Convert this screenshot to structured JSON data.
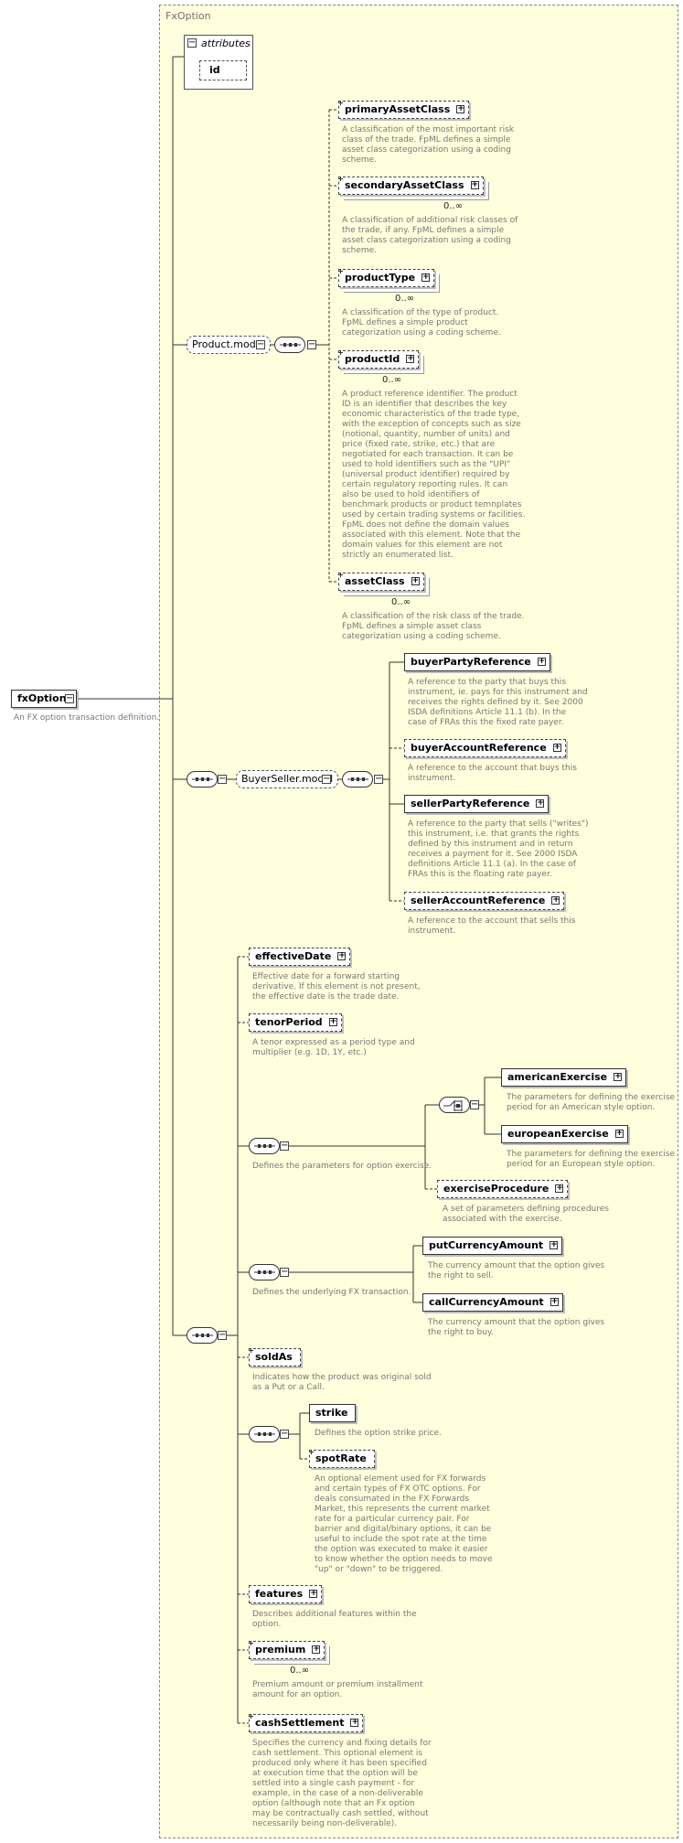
{
  "type_name": "FxOption",
  "attributes": {
    "label": "attributes",
    "id": "id"
  },
  "root": {
    "name": "fxOption",
    "doc": "An FX option transaction definition."
  },
  "product_model": {
    "label": "Product.model",
    "primaryAssetClass": {
      "name": "primaryAssetClass",
      "doc": [
        "A classification of the most important risk",
        "class of the trade. FpML defines a simple",
        "asset class categorization using a coding",
        "scheme."
      ]
    },
    "secondaryAssetClass": {
      "name": "secondaryAssetClass",
      "card": "0..∞",
      "doc": [
        "A classification of additional risk classes of",
        "the trade, if any. FpML defines a simple",
        "asset class categorization using a coding",
        "scheme."
      ]
    },
    "productType": {
      "name": "productType",
      "card": "0..∞",
      "doc": [
        "A classification of the type of product.",
        "FpML defines a simple product",
        "categorization using a coding scheme."
      ]
    },
    "productId": {
      "name": "productId",
      "card": "0..∞",
      "doc": [
        "A product reference identifier. The product",
        "ID is an identifier that describes the key",
        "economic characteristics of the trade type,",
        "with the exception of concepts such as size",
        "(notional, quantity, number of units) and",
        "price (fixed rate, strike, etc.) that are",
        "negotiated for each transaction. It can be",
        "used to hold identifiers such as the \"UPI\"",
        "(universal product identifier) required by",
        "certain regulatory reporting rules. It can",
        "also be used to hold identifiers of",
        "benchmark products or product temnplates",
        "used by certain trading systems or facilities.",
        "FpML does not define the domain values",
        "associated with this element. Note that the",
        "domain values for this element are not",
        "strictly an enumerated list."
      ]
    },
    "assetClass": {
      "name": "assetClass",
      "card": "0..∞",
      "doc": [
        "A classification of the risk class of the trade.",
        "FpML defines a simple asset class",
        "categorization using a coding scheme."
      ]
    }
  },
  "buyer_seller_model": {
    "label": "BuyerSeller.model",
    "buyerPartyReference": {
      "name": "buyerPartyReference",
      "doc": [
        "A reference to the party that buys this",
        "instrument, ie. pays for this instrument and",
        "receives the rights defined by it. See 2000",
        "ISDA definitions Article 11.1 (b). In the",
        "case of FRAs this the fixed rate payer."
      ]
    },
    "buyerAccountReference": {
      "name": "buyerAccountReference",
      "doc": [
        "A reference to the account that buys this",
        "instrument."
      ]
    },
    "sellerPartyReference": {
      "name": "sellerPartyReference",
      "doc": [
        "A reference to the party that sells (\"writes\")",
        "this instrument, i.e. that grants the rights",
        "defined by this instrument and in return",
        "receives a payment for it. See 2000 ISDA",
        "definitions Article 11.1 (a). In the case of",
        "FRAs this is the floating rate payer."
      ]
    },
    "sellerAccountReference": {
      "name": "sellerAccountReference",
      "doc": [
        "A reference to the account that sells this",
        "instrument."
      ]
    }
  },
  "main": {
    "effectiveDate": {
      "name": "effectiveDate",
      "doc": [
        "Effective date for a forward starting",
        "derivative. If this element is not present,",
        "the effective date is the trade date."
      ]
    },
    "tenorPeriod": {
      "name": "tenorPeriod",
      "doc": [
        "A tenor expressed as a period type and",
        "multiplier (e.g. 1D, 1Y, etc.)"
      ]
    },
    "exercise_group_doc": "Defines the parameters for option exercise.",
    "americanExercise": {
      "name": "americanExercise",
      "doc": [
        "The parameters for defining the exercise",
        "period for an American style option."
      ]
    },
    "europeanExercise": {
      "name": "europeanExercise",
      "doc": [
        "The parameters for defining the exercise",
        "period for an European style option."
      ]
    },
    "exerciseProcedure": {
      "name": "exerciseProcedure",
      "doc": [
        "A set of parameters defining procedures",
        "associated with the exercise."
      ]
    },
    "fx_group_doc": "Defines the underlying FX transaction.",
    "putCurrencyAmount": {
      "name": "putCurrencyAmount",
      "doc": [
        "The currency amount that the option gives",
        "the right to sell."
      ]
    },
    "callCurrencyAmount": {
      "name": "callCurrencyAmount",
      "doc": [
        "The currency amount that the option gives",
        "the right to buy."
      ]
    },
    "soldAs": {
      "name": "soldAs",
      "doc": [
        "Indicates how the product was original sold",
        "as a Put or a Call."
      ]
    },
    "strike": {
      "name": "strike",
      "doc": [
        "Defines the option strike price."
      ]
    },
    "spotRate": {
      "name": "spotRate",
      "doc": [
        "An optional element used for FX forwards",
        "and certain types of FX OTC options. For",
        "deals consumated in the FX Forwards",
        "Market, this represents the current market",
        "rate for a particular currency pair. For",
        "barrier and digital/binary options, it can be",
        "useful to include the spot rate at the time",
        "the option was executed to make it easier",
        "to know whether the option needs to move",
        "\"up\" or \"down\" to be triggered."
      ]
    },
    "features": {
      "name": "features",
      "doc": [
        "Describes additional features within the",
        "option."
      ]
    },
    "premium": {
      "name": "premium",
      "card": "0..∞",
      "doc": [
        "Premium amount or premium installment",
        "amount for an option."
      ]
    },
    "cashSettlement": {
      "name": "cashSettlement",
      "doc": [
        "Specifies the currency and fixing details for",
        "cash settlement. This optional element is",
        "produced only where it has been specified",
        "at execution time that the option will be",
        "settled into a single cash payment - for",
        "example, in the case of a non-deliverable",
        "option (although note that an Fx option",
        "may be contractually cash settled, without",
        "necessarily being non-deliverable)."
      ]
    }
  }
}
